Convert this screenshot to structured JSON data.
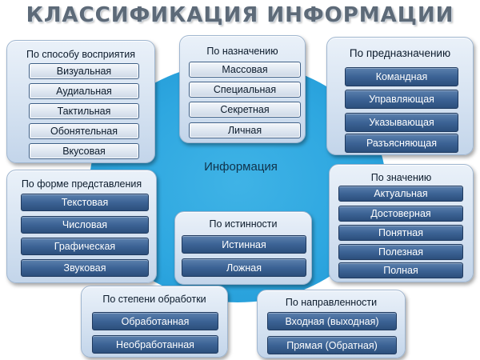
{
  "title": "КЛАССИФИКАЦИЯ ИНФОРМАЦИИ",
  "center_label": "Информация",
  "groups": {
    "perception": {
      "title": "По способу восприятия",
      "items": [
        "Визуальная",
        "Аудиальная",
        "Тактильная",
        "Обонятельная",
        "Вкусовая"
      ]
    },
    "purpose": {
      "title": "По назначению",
      "items": [
        "Массовая",
        "Специальная",
        "Секретная",
        "Личная"
      ]
    },
    "destination": {
      "title": "По предназначению",
      "items": [
        "Командная",
        "Управляющая",
        "Указывающая",
        "Разъясняющая"
      ]
    },
    "form": {
      "title": "По форме представления",
      "items": [
        "Текстовая",
        "Числовая",
        "Графическая",
        "Звуковая"
      ]
    },
    "truth": {
      "title": "По истинности",
      "items": [
        "Истинная",
        "Ложная"
      ]
    },
    "value": {
      "title": "По значению",
      "items": [
        "Актуальная",
        "Достоверная",
        "Понятная",
        "Полезная",
        "Полная"
      ]
    },
    "processing": {
      "title": "По степени обработки",
      "items": [
        "Обработанная",
        "Необработанная"
      ]
    },
    "direction": {
      "title": "По направленности",
      "items": [
        "Входная  (выходная)",
        "Прямая (Обратная)"
      ]
    }
  }
}
